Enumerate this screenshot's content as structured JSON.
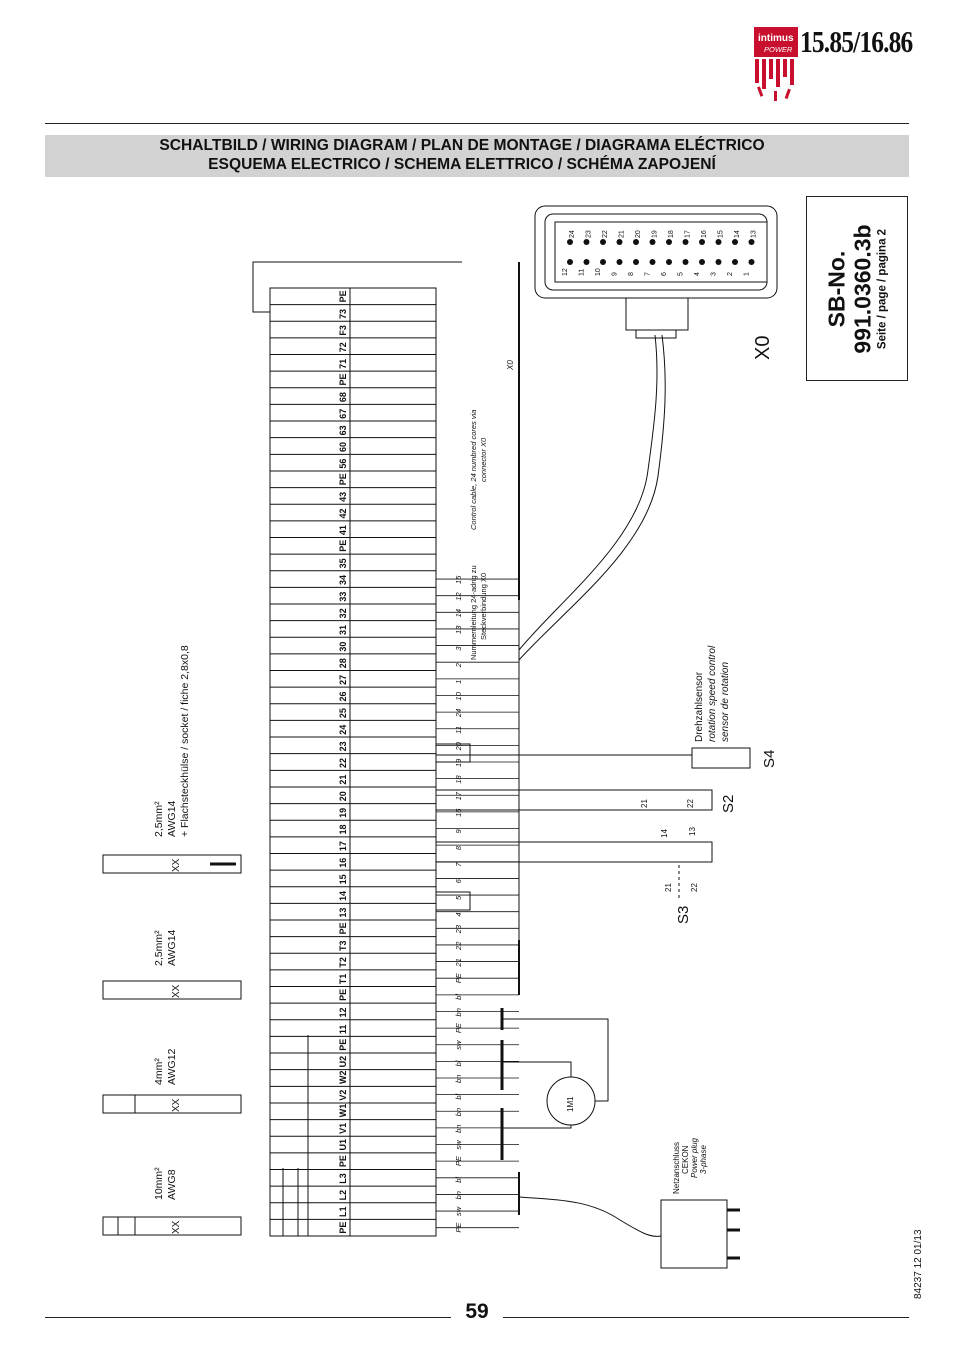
{
  "header": {
    "model": "15.85/16.86",
    "logo_brand": "intimus",
    "logo_sub": "POWER",
    "title_line1": "SCHALTBILD / WIRING DIAGRAM / PLAN DE MONTAGE / DIAGRAMA ELÉCTRICO",
    "title_line2": "ESQUEMA ELECTRICO / SCHEMA ELETTRICO / SCHÉMA ZAPOJENÍ"
  },
  "sb_box": {
    "label": "SB-No.",
    "number": "991.0360.3b",
    "page": "Seite / page / pagina 2"
  },
  "terminals": [
    "PE",
    "L1",
    "L2",
    "L3",
    "PE",
    "U1",
    "V1",
    "W1",
    "V2",
    "W2",
    "U2",
    "PE",
    "11",
    "12",
    "PE",
    "T1",
    "T2",
    "T3",
    "PE",
    "13",
    "14",
    "15",
    "16",
    "17",
    "18",
    "19",
    "20",
    "21",
    "22",
    "23",
    "24",
    "25",
    "26",
    "27",
    "28",
    "30",
    "31",
    "32",
    "33",
    "34",
    "35",
    "PE",
    "41",
    "42",
    "43",
    "PE",
    "56",
    "60",
    "63",
    "67",
    "68",
    "PE",
    "71",
    "72",
    "F3",
    "73",
    "PE"
  ],
  "wire_colors": [
    "PE",
    "sw",
    "bn",
    "bl",
    "PE",
    "sw",
    "bn",
    "bn",
    "bl",
    "bn",
    "bl",
    "sw",
    "PE",
    "bn",
    "bl",
    "PE",
    "21",
    "22",
    "23",
    "4",
    "5",
    "6",
    "7",
    "8",
    "9",
    "16",
    "17",
    "18",
    "19",
    "20",
    "11",
    "24",
    "10",
    "1",
    "2",
    "3",
    "13",
    "14",
    "12",
    "15"
  ],
  "connector_pins_top": [
    "24",
    "23",
    "22",
    "21",
    "20",
    "19",
    "18",
    "17",
    "16",
    "15",
    "14",
    "13"
  ],
  "connector_pins_bottom": [
    "12",
    "11",
    "10",
    "9",
    "8",
    "7",
    "6",
    "5",
    "4",
    "3",
    "2",
    "1"
  ],
  "labels": {
    "x0": "X0",
    "x0_small": "X0",
    "control_cable": "Control cable, 24 numbred cores via",
    "control_cable_2": "connector X0",
    "nummernleitung": "Nummernleitung 24-adrig zu",
    "steckverbindung": "Steckverbindung X0",
    "drehzahl_1": "Drehzahlsensor",
    "drehzahl_2": "rotation speed control",
    "drehzahl_3": "sensor de rotation",
    "s4": "S4",
    "s2": "S2",
    "s3": "S3",
    "motor": "1M1",
    "netz_1": "Netzanschluss",
    "netz_2": "CEKON",
    "netz_3": "Power plug",
    "netz_4": "3-phase",
    "flach": "+ Flachsteckhülse / socket / fiche 2,8x0,8",
    "awg14a_1": "2,5mm²",
    "awg14a_2": "AWG14",
    "awg14b_1": "2,5mm²",
    "awg14b_2": "AWG14",
    "awg12_1": "4mm²",
    "awg12_2": "AWG12",
    "awg8_1": "10mm²",
    "awg8_2": "AWG8",
    "xx": "XX",
    "s2_21": "21",
    "s2_22": "22",
    "s3_14": "14",
    "s3_13": "13",
    "s3_21": "21",
    "s3_22": "22"
  },
  "footer": {
    "page_number": "59",
    "doc_ref": "84237 12 01/13"
  }
}
